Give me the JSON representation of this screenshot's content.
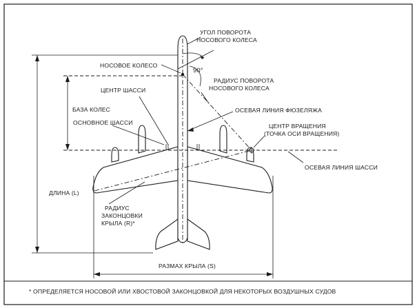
{
  "labels": {
    "nose_wheel_angle_line1": "УГОЛ ПОВОРОТА",
    "nose_wheel_angle_line2": "НОСОВОГО КОЛЕСА",
    "nose_wheel": "НОСОВОЕ КОЛЕСО",
    "angle_90": "90°",
    "nose_radius_line1": "РАДИУС ПОВОРОТА",
    "nose_radius_line2": "НОСОВОГО КОЛЕСА",
    "gear_center": "ЦЕНТР ШАССИ",
    "wheelbase": "БАЗА КОЛЕС",
    "fuselage_centerline": "ОСЕВАЯ ЛИНИЯ ФЮЗЕЛЯЖА",
    "main_gear": "ОСНОВНОЕ ШАССИ",
    "rotation_center_line1": "ЦЕНТР ВРАЩЕНИЯ",
    "rotation_center_line2": "(ТОЧКА ОСИ ВРАЩЕНИЯ)",
    "gear_axis": "ОСЕВАЯ ЛИНИЯ ШАССИ",
    "length": "ДЛИНА (L)",
    "wingtip_radius_line1": "РАДИУС",
    "wingtip_radius_line2": "ЗАКОНЦОВКИ",
    "wingtip_radius_line3": "КРЫЛА (R)*",
    "wingspan": "РАЗМАХ КРЫЛА (S)",
    "footnote": "*  ОПРЕДЕЛЯЕТСЯ НОСОВОЙ ИЛИ ХВОСТОВОЙ ЗАКОНЦОВКОЙ ДЛЯ НЕКОТОРЫХ ВОЗДУШНЫХ СУДОВ"
  }
}
